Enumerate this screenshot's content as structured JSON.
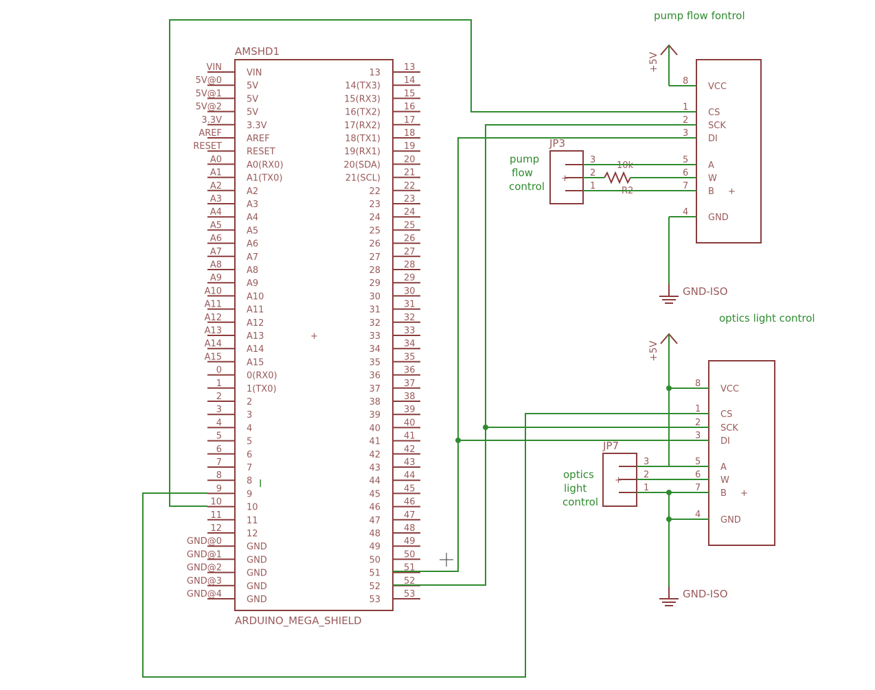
{
  "mega": {
    "name": "AMSHD1",
    "value": "ARDUINO_MEGA_SHIELD",
    "left_outer": [
      "VIN",
      "5V@0",
      "5V@1",
      "5V@2",
      "3.3V",
      "AREF",
      "RESET",
      "A0",
      "A1",
      "A2",
      "A3",
      "A4",
      "A5",
      "A6",
      "A7",
      "A8",
      "A9",
      "A10",
      "A11",
      "A12",
      "A13",
      "A14",
      "A15",
      "0",
      "1",
      "2",
      "3",
      "4",
      "5",
      "6",
      "7",
      "8",
      "9",
      "10",
      "11",
      "12",
      "GND@0",
      "GND@1",
      "GND@2",
      "GND@3",
      "GND@4"
    ],
    "left_inner": [
      "VIN",
      "5V",
      "5V",
      "5V",
      "3.3V",
      "AREF",
      "RESET",
      "A0(RX0)",
      "A1(TX0)",
      "A2",
      "A3",
      "A4",
      "A5",
      "A6",
      "A7",
      "A8",
      "A9",
      "A10",
      "A11",
      "A12",
      "A13",
      "A14",
      "A15",
      "0(RX0)",
      "1(TX0)",
      "2",
      "3",
      "4",
      "5",
      "6",
      "7",
      "8",
      "9",
      "10",
      "11",
      "12",
      "GND",
      "GND",
      "GND",
      "GND",
      "GND"
    ],
    "right_inner": [
      "13",
      "14(TX3)",
      "15(RX3)",
      "16(TX2)",
      "17(RX2)",
      "18(TX1)",
      "19(RX1)",
      "20(SDA)",
      "21(SCL)",
      "22",
      "23",
      "24",
      "25",
      "26",
      "27",
      "28",
      "29",
      "30",
      "31",
      "32",
      "33",
      "34",
      "35",
      "36",
      "37",
      "38",
      "39",
      "40",
      "41",
      "42",
      "43",
      "44",
      "45",
      "46",
      "47",
      "48",
      "49",
      "50",
      "51",
      "52",
      "53"
    ],
    "right_outer": [
      "13",
      "14",
      "15",
      "16",
      "17",
      "18",
      "19",
      "20",
      "21",
      "22",
      "23",
      "24",
      "25",
      "26",
      "27",
      "28",
      "29",
      "30",
      "31",
      "32",
      "33",
      "34",
      "35",
      "36",
      "37",
      "38",
      "39",
      "40",
      "41",
      "42",
      "43",
      "44",
      "45",
      "46",
      "47",
      "48",
      "49",
      "50",
      "51",
      "52",
      "53"
    ]
  },
  "pot_chip": {
    "pin_names": [
      "VCC",
      "CS",
      "SCK",
      "DI",
      "A",
      "W",
      "B",
      "GND"
    ],
    "pin_numbers": [
      "8",
      "1",
      "2",
      "3",
      "5",
      "6",
      "7",
      "4"
    ],
    "b_plus": "+"
  },
  "labels": {
    "pump_title": "pump flow fontrol",
    "optics_title": "optics light control",
    "supply": "+5V",
    "ground": "GND-ISO",
    "jp3": "JP3",
    "jp7": "JP7",
    "pump_control": [
      "pump",
      "flow",
      "control"
    ],
    "optics_control": [
      "optics",
      "light",
      "control"
    ],
    "jumper_pins": [
      "3",
      "2",
      "1"
    ],
    "jumper_plus": "+",
    "resistor_value": "10k",
    "resistor_name": "R2",
    "stray_pin": "I"
  },
  "colors": {
    "part": "#8b3a3a",
    "wire": "#2e8b2e",
    "text": "#9a5a5a"
  }
}
